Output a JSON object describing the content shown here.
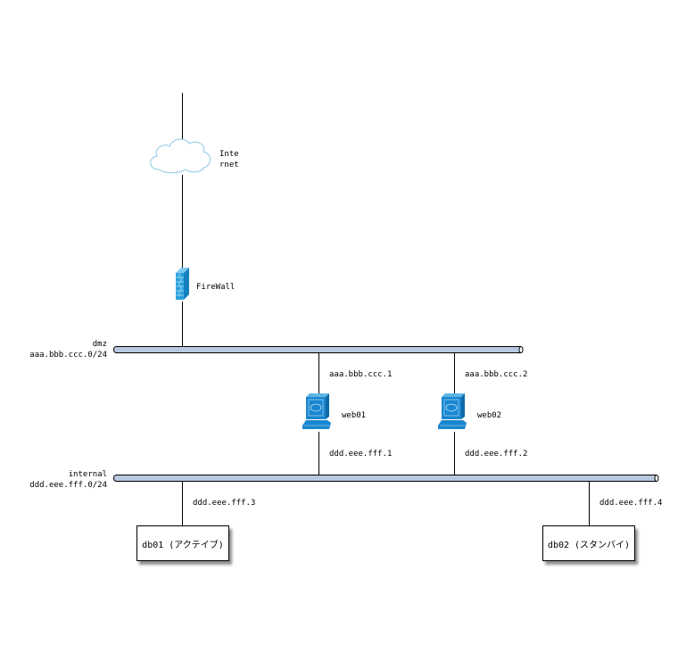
{
  "nodes": {
    "internet": {
      "label_line1": "Inte",
      "label_line2": "rnet",
      "icon": "cloud-icon"
    },
    "firewall": {
      "label": "FireWall",
      "icon": "firewall-icon"
    },
    "web01": {
      "label": "web01",
      "icon": "workstation-icon",
      "ip_dmz": "aaa.bbb.ccc.1",
      "ip_internal": "ddd.eee.fff.1"
    },
    "web02": {
      "label": "web02",
      "icon": "workstation-icon",
      "ip_dmz": "aaa.bbb.ccc.2",
      "ip_internal": "ddd.eee.fff.2"
    },
    "db01": {
      "label": "db01 (アクテイブ)",
      "ip_internal": "ddd.eee.fff.3"
    },
    "db02": {
      "label": "db02 (スタンバイ)",
      "ip_internal": "ddd.eee.fff.4"
    }
  },
  "networks": {
    "dmz": {
      "name": "dmz",
      "subnet": "aaa.bbb.ccc.0/24"
    },
    "internal": {
      "name": "internal",
      "subnet": "ddd.eee.fff.0/24"
    }
  },
  "colors": {
    "bus_fill": "#b8c8e0",
    "device_blue": "#1a86d0",
    "cloud_stroke": "#9fd0ea"
  }
}
